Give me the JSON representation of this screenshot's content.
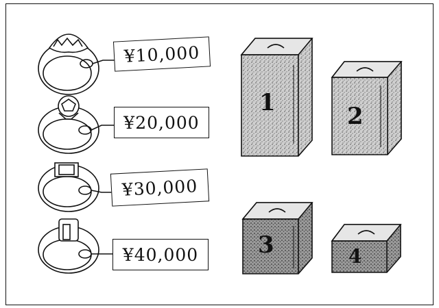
{
  "rings": [
    {
      "price": "¥10,000",
      "gem": "round-cluster"
    },
    {
      "price": "¥20,000",
      "gem": "faceted-round"
    },
    {
      "price": "¥30,000",
      "gem": "square"
    },
    {
      "price": "¥40,000",
      "gem": "emerald-cut"
    }
  ],
  "boxes": [
    {
      "label": "1",
      "size": "tall"
    },
    {
      "label": "2",
      "size": "medium-tall"
    },
    {
      "label": "3",
      "size": "medium"
    },
    {
      "label": "4",
      "size": "short"
    }
  ]
}
